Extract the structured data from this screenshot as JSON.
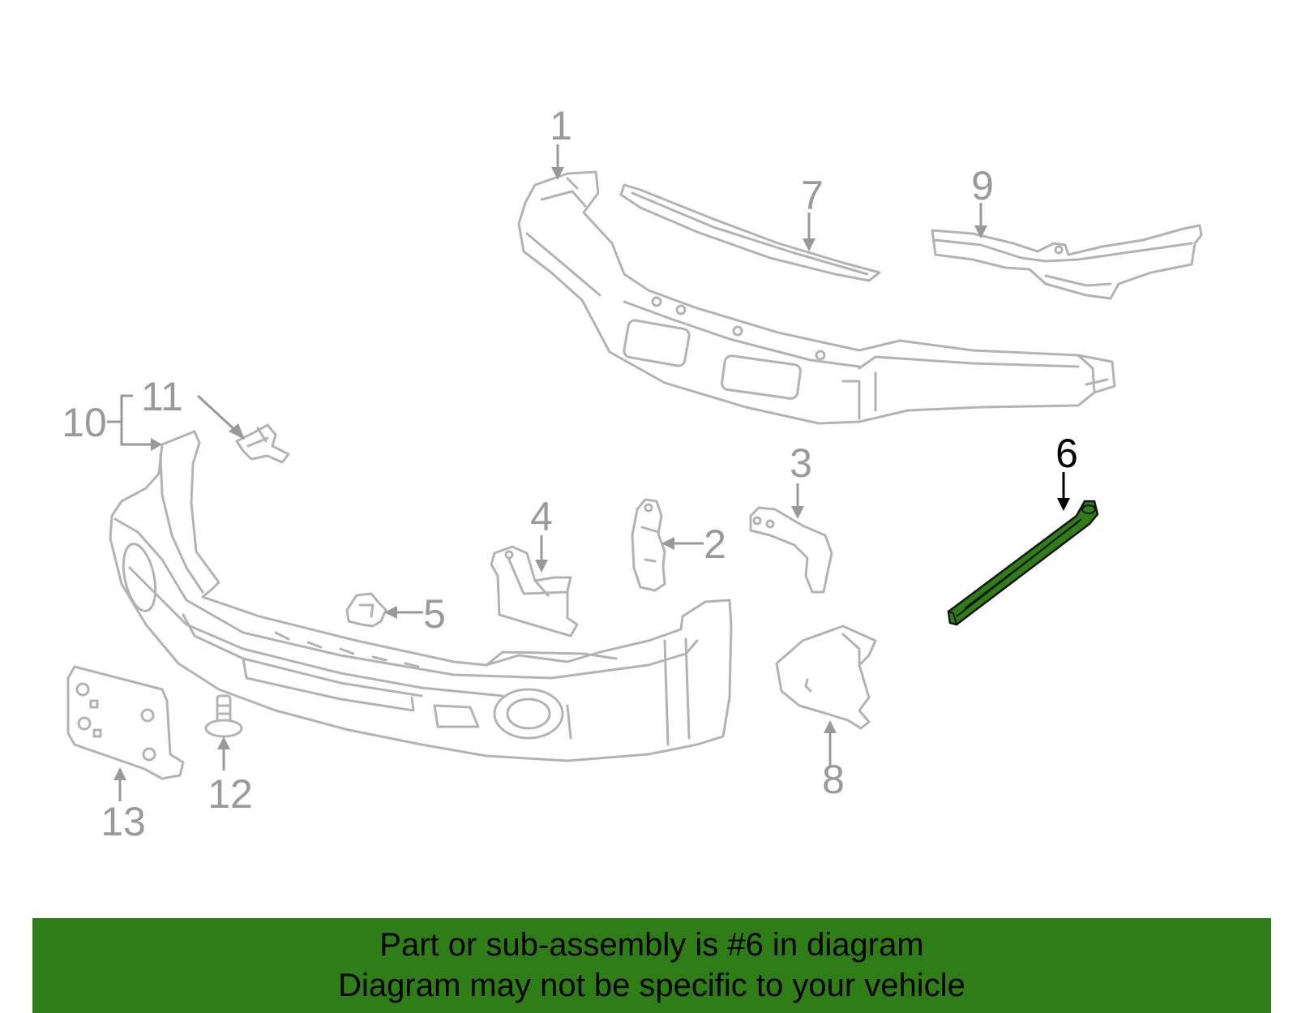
{
  "callouts": {
    "c1": "1",
    "c2": "2",
    "c3": "3",
    "c4": "4",
    "c5": "5",
    "c6": "6",
    "c7": "7",
    "c8": "8",
    "c9": "9",
    "c10": "10",
    "c11": "11",
    "c12": "12",
    "c13": "13"
  },
  "highlighted_part": "6",
  "colors": {
    "part_outline": "#b3b3b3",
    "highlight_fill": "#2e7d16",
    "banner_background": "#2e7d16",
    "callout_text": "#9a9a9a"
  },
  "banner": {
    "line1": "Part or sub-assembly is #6 in diagram",
    "line2": "Diagram may not be specific to your vehicle"
  }
}
